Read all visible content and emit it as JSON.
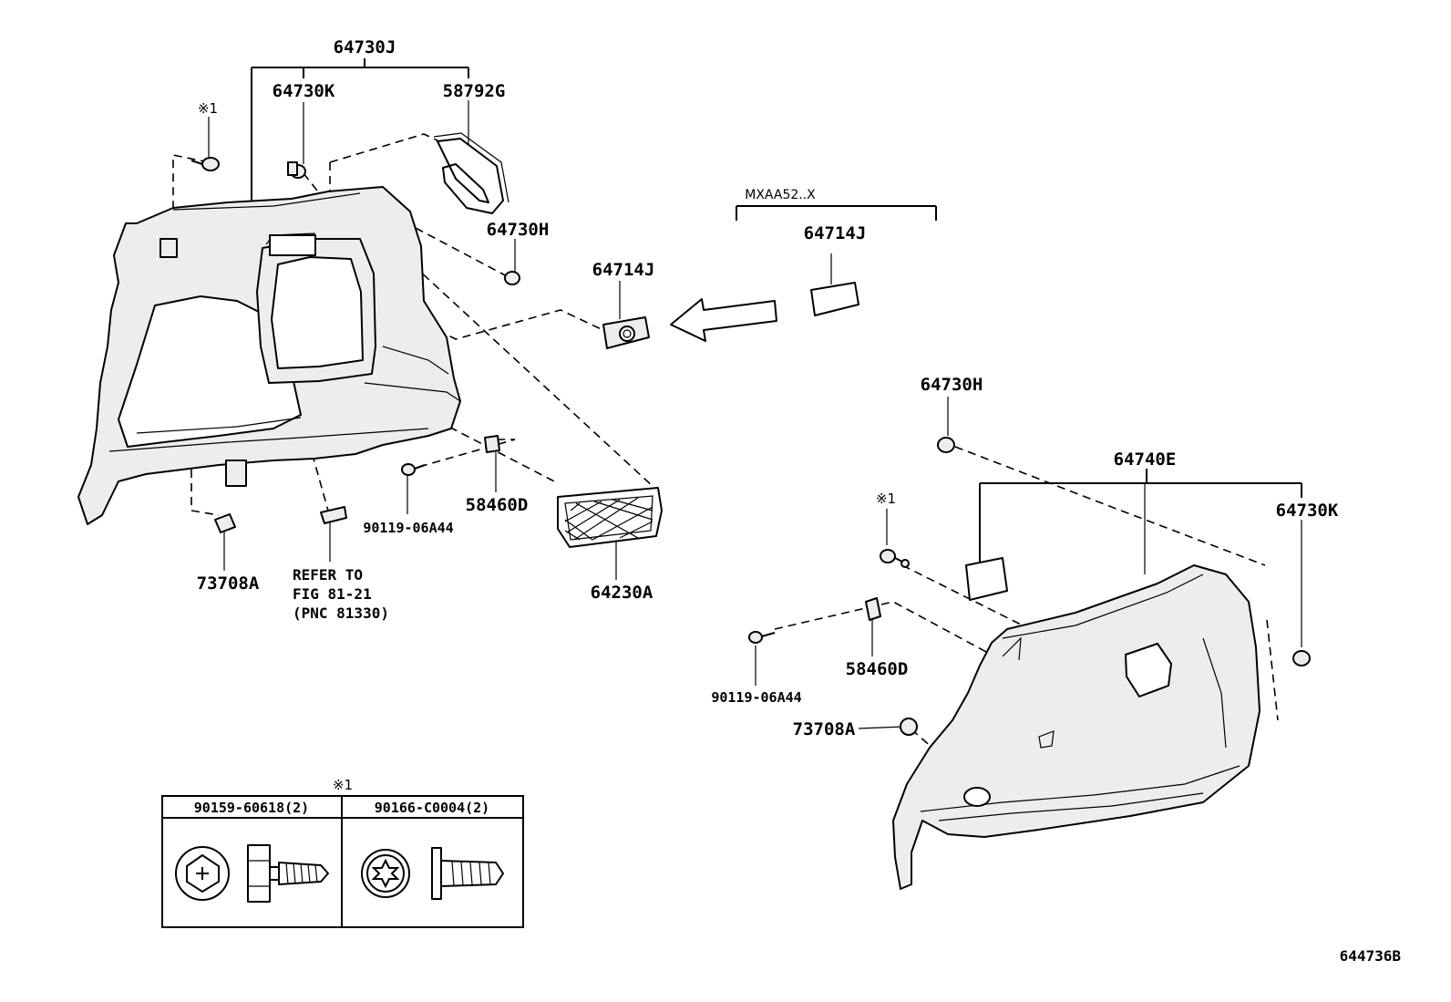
{
  "labels": {
    "assy_top": "64730J",
    "clip_k_left": "64730K",
    "seal": "58792G",
    "note_left": "※1",
    "clip_h_left": "64730H",
    "model_code": "MXAA52..X",
    "cover_variant": "64714J",
    "cover_left": "64714J",
    "bolt_left": "90119-06A44",
    "bracket_left": "58460D",
    "net": "64230A",
    "hook_left": "73708A",
    "refer_line1": "REFER TO",
    "refer_line2": "FIG 81-21",
    "refer_line3": "(PNC 81330)",
    "clip_h_right": "64730H",
    "assy_right": "64740E",
    "note_right": "※1",
    "clip_k_right": "64730K",
    "bracket_right": "58460D",
    "bolt_right": "90119-06A44",
    "hook_right": "73708A",
    "drawing_number": "644736B"
  },
  "note_table": {
    "title": "※1",
    "col1": "90159-60618(2)",
    "col2": "90166-C0004(2)"
  }
}
